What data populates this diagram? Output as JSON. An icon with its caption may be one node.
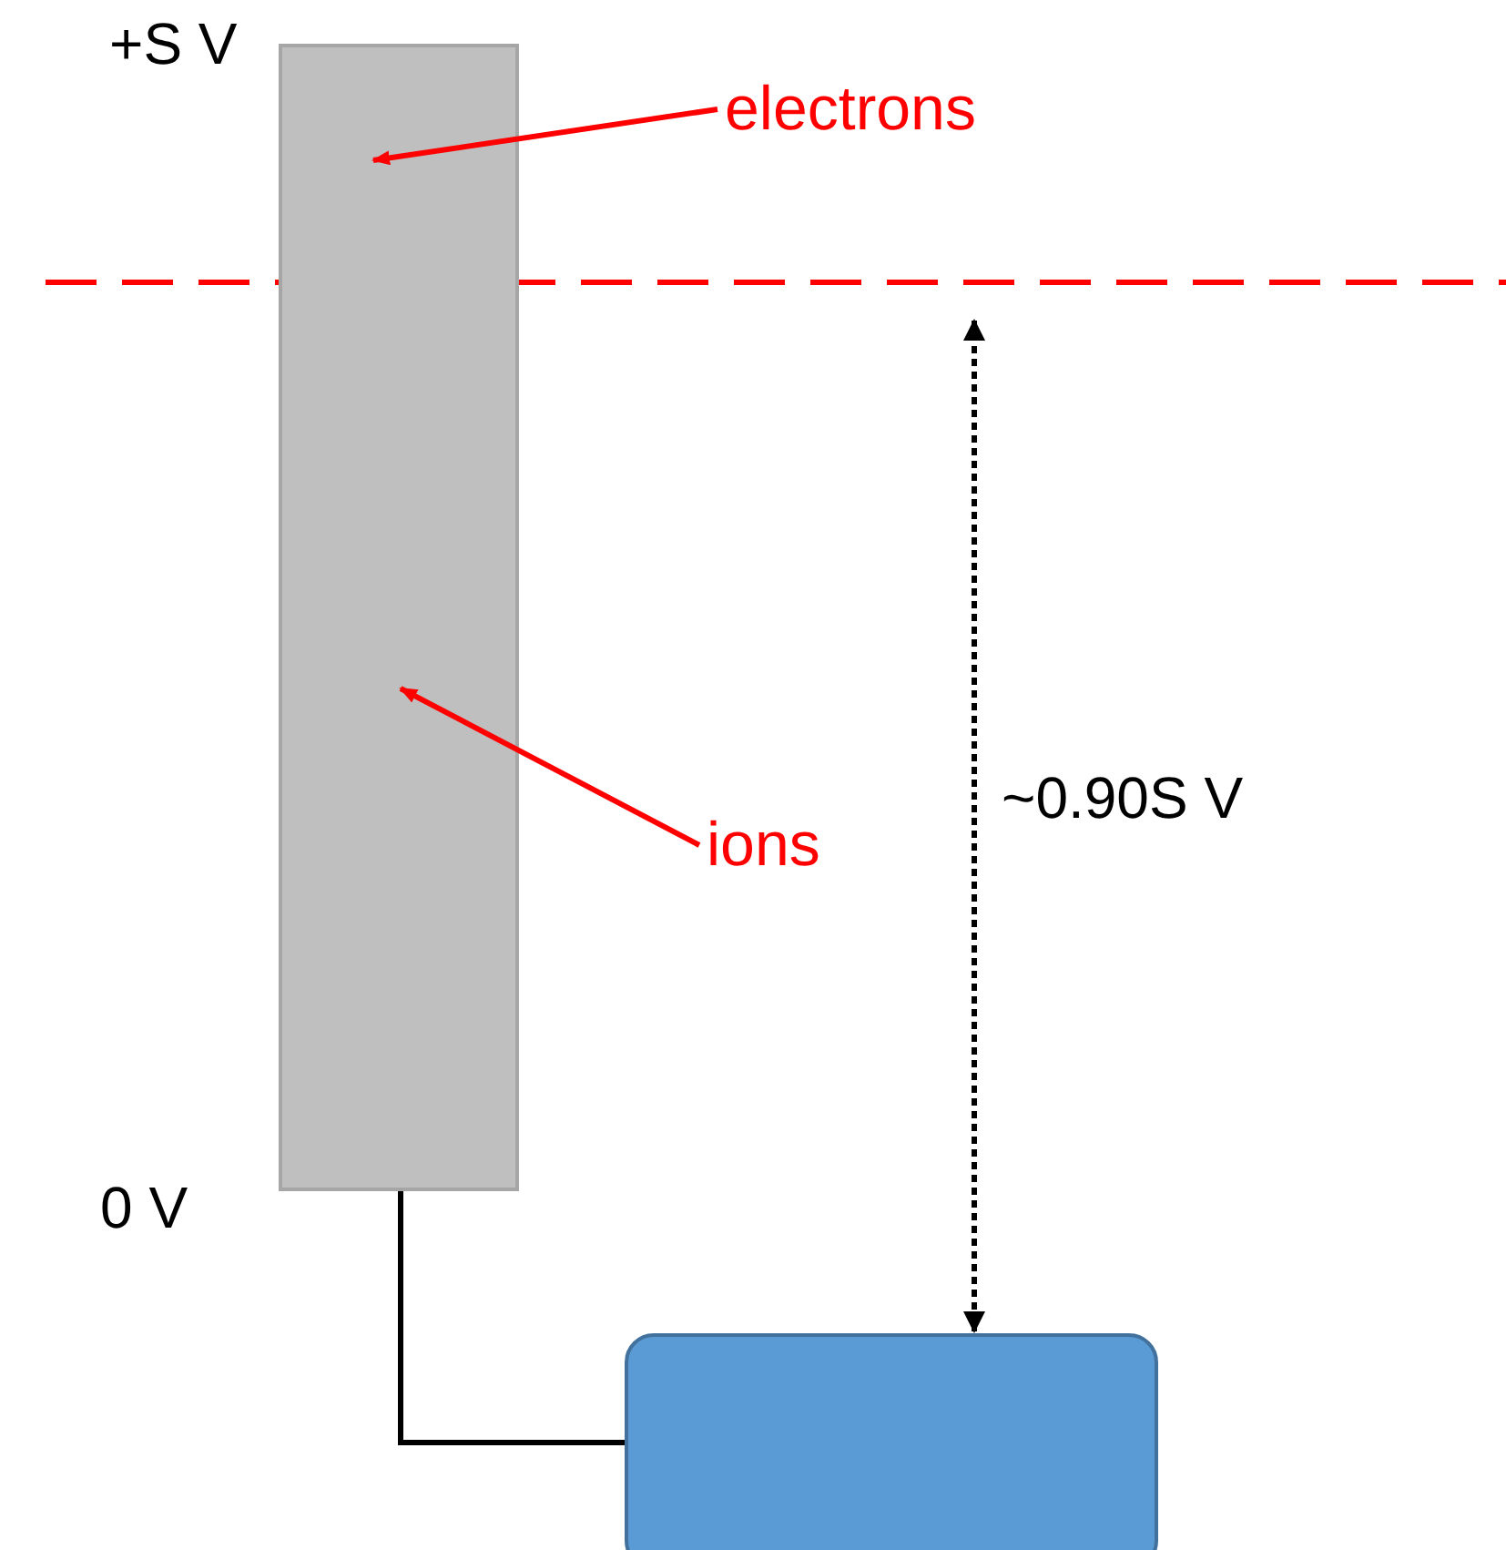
{
  "diagram": {
    "nodes": [
      {
        "text": [],
        "shape": "bar",
        "beside": [
          "+S V",
          "0 V"
        ]
      },
      {
        "text": [
          "electrons"
        ]
      },
      {
        "text": [
          "ions"
        ]
      },
      {
        "text": [],
        "shape": "box"
      }
    ],
    "edges": [
      {
        "from": 1,
        "to": 0,
        "arrow": "to"
      },
      {
        "from": 2,
        "to": 0,
        "arrow": "to"
      },
      {
        "from": 0,
        "to": 3,
        "arrow": "none",
        "color": "#000000"
      }
    ],
    "labels": [
      "~0.90S V"
    ]
  }
}
